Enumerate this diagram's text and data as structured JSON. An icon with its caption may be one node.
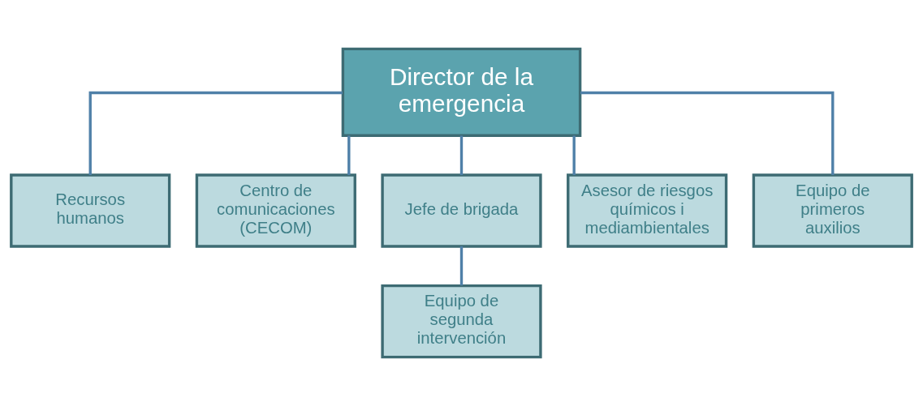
{
  "diagram": {
    "nodes": [
      {
        "text": [
          "Director de la emergencia"
        ]
      },
      {
        "text": [
          "Recursos humanos"
        ]
      },
      {
        "text": [
          "Centro de comunicaciones (CECOM)"
        ]
      },
      {
        "text": [
          "Jefe de brigada"
        ]
      },
      {
        "text": [
          "Asesor de riesgos químicos i mediambientales"
        ]
      },
      {
        "text": [
          "Equipo de primeros auxilios"
        ]
      },
      {
        "text": [
          "Equipo de segunda intervención"
        ]
      }
    ],
    "edges": [
      {
        "from": 0,
        "to": 1,
        "arrow": "none"
      },
      {
        "from": 0,
        "to": 2,
        "arrow": "none"
      },
      {
        "from": 0,
        "to": 3,
        "arrow": "none"
      },
      {
        "from": 0,
        "to": 4,
        "arrow": "none"
      },
      {
        "from": 0,
        "to": 5,
        "arrow": "none"
      },
      {
        "from": 3,
        "to": 6,
        "arrow": "none"
      }
    ]
  }
}
